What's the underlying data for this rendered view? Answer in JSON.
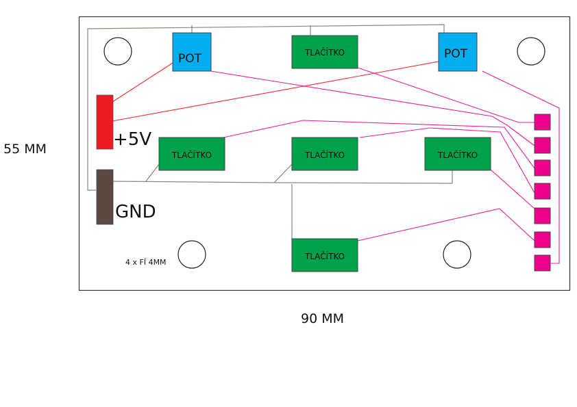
{
  "dimensions": {
    "height_label": "55 MM",
    "width_label": "90 MM"
  },
  "power": {
    "vcc_label": "+5V",
    "gnd_label": "GND"
  },
  "holes": {
    "note": "4 x FÍ 4MM"
  },
  "components": {
    "pot_left": "POT",
    "pot_right": "POT",
    "button_top": "TLAČÍTKO",
    "button_mid_left": "TLAČÍTKO",
    "button_mid_center": "TLAČÍTKO",
    "button_mid_right": "TLAČÍTKO",
    "button_bottom": "TLAČÍTKO"
  },
  "connector": {
    "pin_count": 7
  },
  "colors": {
    "board_border": "#333333",
    "gnd_wire": "#8c857b",
    "vcc_wire": "#ee2a2a",
    "signal_wire": "#e61e9c",
    "pot_fill": "#00aeef",
    "button_fill": "#00a14b",
    "vcc_fill": "#ed1c24",
    "gnd_fill": "#5b4a41",
    "pin_fill": "#ec008c"
  }
}
